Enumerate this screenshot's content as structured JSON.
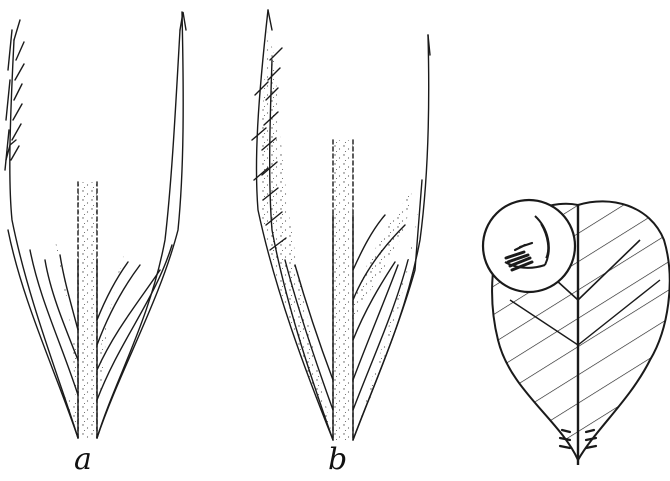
{
  "figure": {
    "panels": [
      {
        "id": "a",
        "caption": "a"
      },
      {
        "id": "b",
        "caption": "b"
      },
      {
        "id": "c",
        "caption": ""
      }
    ]
  },
  "colors": {
    "ink": "#1a1a1a",
    "stipple": "#6a6a6a",
    "paper": "#ffffff"
  },
  "icons": [
    "stem-section-icon",
    "leaf-venation-icon",
    "magnifier-inset-icon"
  ]
}
